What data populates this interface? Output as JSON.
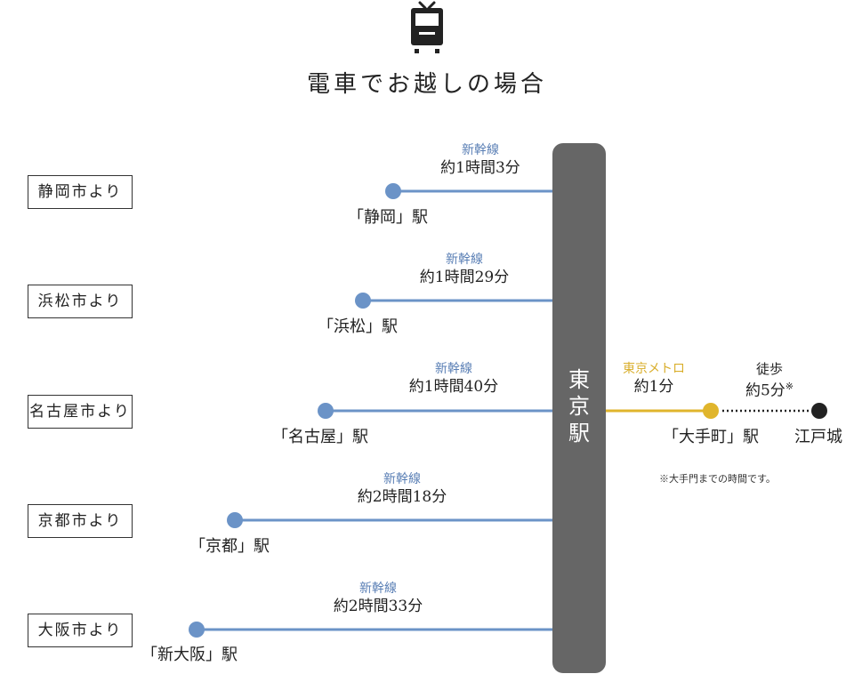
{
  "header": {
    "title": "電車でお越しの場合",
    "icon": "train-icon"
  },
  "hub": {
    "char1": "東",
    "char2": "京",
    "char3": "駅"
  },
  "routes": [
    {
      "origin": "静岡市より",
      "service": "新幹線",
      "time": "約1時間3分",
      "station": "「静岡」駅"
    },
    {
      "origin": "浜松市より",
      "service": "新幹線",
      "time": "約1時間29分",
      "station": "「浜松」駅"
    },
    {
      "origin": "名古屋市より",
      "service": "新幹線",
      "time": "約1時間40分",
      "station": "「名古屋」駅"
    },
    {
      "origin": "京都市より",
      "service": "新幹線",
      "time": "約2時間18分",
      "station": "「京都」駅"
    },
    {
      "origin": "大阪市より",
      "service": "新幹線",
      "time": "約2時間33分",
      "station": "「新大阪」駅"
    }
  ],
  "metro": {
    "service": "東京メトロ",
    "time": "約1分",
    "station": "「大手町」駅"
  },
  "walk": {
    "service": "徒歩",
    "time": "約5分",
    "mark": "※",
    "destination": "江戸城"
  },
  "note": "※大手門までの時間です。",
  "colors": {
    "shinkansen": "#6b93c7",
    "metro": "#e0b52c",
    "hub": "#666666",
    "destination": "#222222"
  }
}
